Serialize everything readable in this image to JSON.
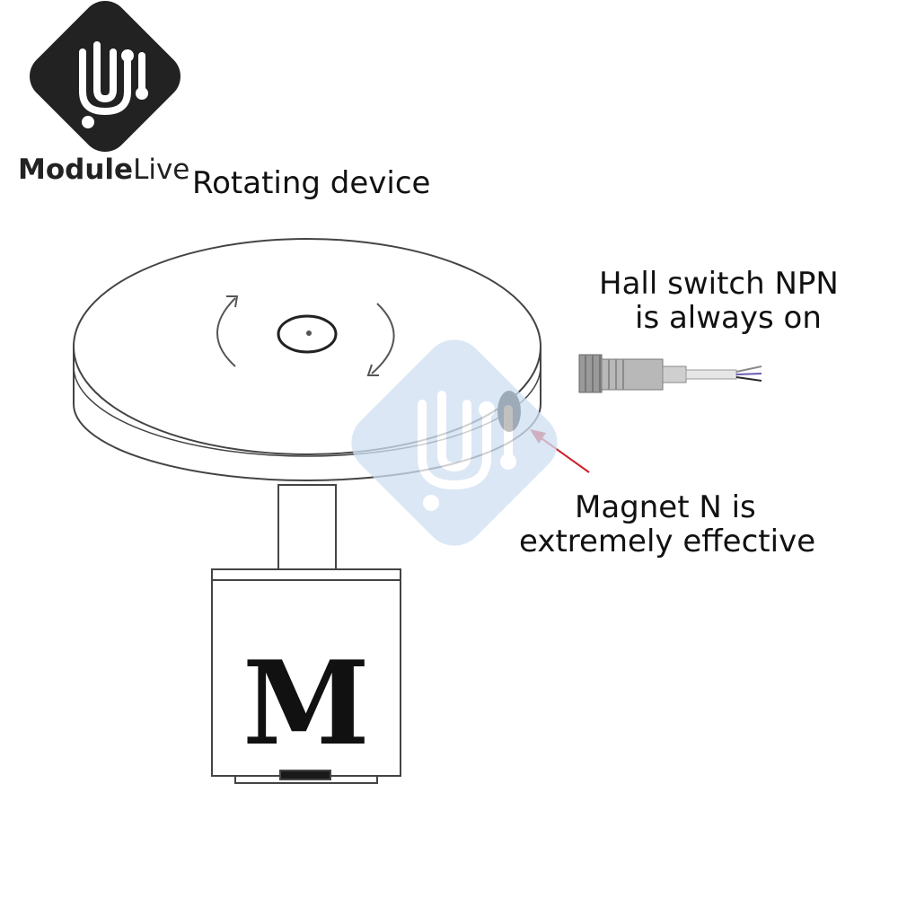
{
  "brand": {
    "logo": "modulelive-circuit-logo",
    "name_bold": "Module",
    "name_light": "Live",
    "color": "#222222"
  },
  "labels": {
    "rotating_device": "Rotating device",
    "hall_switch_line1": "Hall switch NPN",
    "hall_switch_line2": "is always on",
    "magnet_line1": "Magnet N is",
    "magnet_line2": "extremely effective",
    "motor": "M"
  },
  "colors": {
    "line": "#444444",
    "arrow": "#d0202a",
    "magnet": "#0a0a0a",
    "watermark": "#cfe0f2",
    "text": "#111111"
  },
  "icons": {
    "rotation": "rotation-arrows-icon",
    "sensor": "hall-sensor-icon",
    "watermark": "watermark-logo"
  }
}
